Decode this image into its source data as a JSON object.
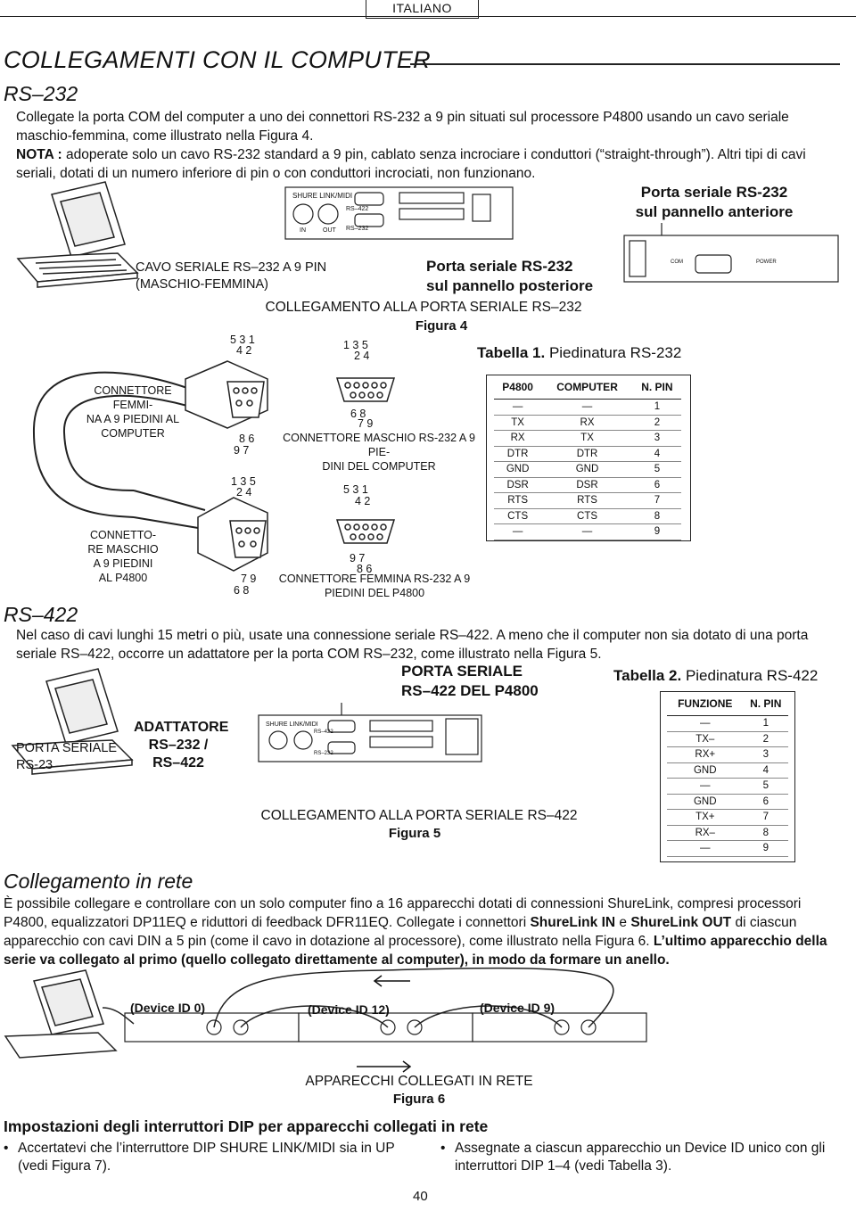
{
  "header": {
    "language_tab": "ITALIANO"
  },
  "section_title": "COLLEGAMENTI CON IL COMPUTER",
  "rs232": {
    "heading": "RS–232",
    "para1": "Collegate la porta COM del computer a uno dei connettori RS-232 a 9 pin situati sul processore P4800 usando un cavo seriale maschio-femmina, come illustrato nella Figura 4.",
    "note_label": "NOTA :",
    "note_text": "adoperate solo un cavo RS-232 standard a 9 pin, cablato senza incrociare i conduttori (“straight-through”). Altri tipi di cavi seriali, dotati di un numero inferiore di pin o con conduttori incrociati, non funzionano."
  },
  "figure4": {
    "front_port_label": "Porta seriale RS-232\nsul pannello anteriore",
    "rear_port_label": "Porta seriale RS-232\nsul pannello posteriore",
    "cable_label": "CAVO SERIALE RS–232 A 9 PIN\n(MASCHIO-FEMMINA)",
    "caption_title": "COLLEGAMENTO ALLA PORTA SERIALE RS–232",
    "caption_figure": "Figura 4",
    "female_computer_label": "CONNETTORE FEMMI-\nNA A 9 PIEDINI AL\nCOMPUTER",
    "male_p4800_label": "CONNETTO-\nRE MASCHIO\nA 9 PIEDINI\nAL P4800",
    "male_computer_label": "CONNETTORE MASCHIO RS-232 A 9 PIE-\nDINI DEL COMPUTER",
    "female_p4800_label": "CONNETTORE FEMMINA RS-232 A 9\nPIEDINI DEL P4800",
    "panel_labels": {
      "shure_link": "SHURE LINK/MIDI",
      "rs422": "RS–422",
      "rs232": "RS–232",
      "in": "IN",
      "out": "OUT",
      "com": "COM",
      "power": "POWER"
    },
    "pins": {
      "a_top": "5  3  1",
      "a_mid": "4  2",
      "a_b1": "8  6",
      "a_b2": "9  7",
      "b_top": "1  3  5",
      "b_mid": "2  4",
      "b_b1": "6  8",
      "b_b2": "7  9",
      "c_top": "1  3  5",
      "c_mid": "2  4",
      "c_b1": "7  9",
      "c_b2": "6  8",
      "d_top": "5  3  1",
      "d_mid": "4  2",
      "d_b1": "9  7",
      "d_b2": "8  6"
    }
  },
  "table1": {
    "title_bold": "Tabella 1.",
    "title_rest": " Piedinatura RS-232",
    "headers": [
      "P4800",
      "COMPUTER",
      "N. PIN"
    ],
    "rows": [
      [
        "—",
        "—",
        "1"
      ],
      [
        "TX",
        "RX",
        "2"
      ],
      [
        "RX",
        "TX",
        "3"
      ],
      [
        "DTR",
        "DTR",
        "4"
      ],
      [
        "GND",
        "GND",
        "5"
      ],
      [
        "DSR",
        "DSR",
        "6"
      ],
      [
        "RTS",
        "RTS",
        "7"
      ],
      [
        "CTS",
        "CTS",
        "8"
      ],
      [
        "—",
        "—",
        "9"
      ]
    ]
  },
  "rs422": {
    "heading": "RS–422",
    "para": "Nel caso di cavi lunghi 15 metri o più, usate una connessione seriale RS–422. A meno che il computer non sia dotato di una porta seriale RS–422, occorre un adattatore per la porta COM RS–232, come illustrato nella Figura 5."
  },
  "figure5": {
    "p4800_port": "PORTA SERIALE\nRS–422 DEL P4800",
    "pc_port": "PORTA SERIALE\nRS-23",
    "adapter": "ADATTATORE\nRS–232 /\nRS–422",
    "caption_title": "COLLEGAMENTO ALLA PORTA SERIALE RS–422",
    "caption_figure": "Figura 5"
  },
  "table2": {
    "title_bold": "Tabella 2.",
    "title_rest": " Piedinatura RS-422",
    "headers": [
      "FUNZIONE",
      "N. PIN"
    ],
    "rows": [
      [
        "—",
        "1"
      ],
      [
        "TX–",
        "2"
      ],
      [
        "RX+",
        "3"
      ],
      [
        "GND",
        "4"
      ],
      [
        "—",
        "5"
      ],
      [
        "GND",
        "6"
      ],
      [
        "TX+",
        "7"
      ],
      [
        "RX–",
        "8"
      ],
      [
        "—",
        "9"
      ]
    ]
  },
  "network": {
    "heading": "Collegamento in rete",
    "para_plain1": "È possibile collegare e controllare con un solo computer fino a 16 apparecchi dotati di connessioni ShureLink, compresi processori P4800, equalizzatori DP11EQ e riduttori di feedback DFR11EQ. Collegate i connettori ",
    "shurelink_in": "ShureLink IN",
    "and": " e ",
    "shurelink_out": "ShureLink OUT",
    "para_plain2": " di ciascun apparecchio con cavi DIN a 5 pin (come il cavo in dotazione al processore), come illustrato nella Figura 6. ",
    "para_bold": "L’ultimo apparecchio della serie va collegato al primo (quello collegato direttamente al computer), in modo da formare un anello."
  },
  "figure6": {
    "device0": "(Device ID 0)",
    "device12": "(Device ID 12)",
    "device9": "(Device ID 9)",
    "caption_title": "APPARECCHI COLLEGATI IN RETE",
    "caption_figure": "Figura 6"
  },
  "dip": {
    "heading": "Impostazioni degli interruttori DIP per apparecchi collegati in rete",
    "bullet1": "Accertatevi che l’interruttore DIP SHURE LINK/MIDI sia in UP (vedi Figura 7).",
    "bullet2": "Assegnate a ciascun apparecchio un Device ID unico con gli interruttori DIP 1–4 (vedi Tabella 3)."
  },
  "page_number": "40"
}
